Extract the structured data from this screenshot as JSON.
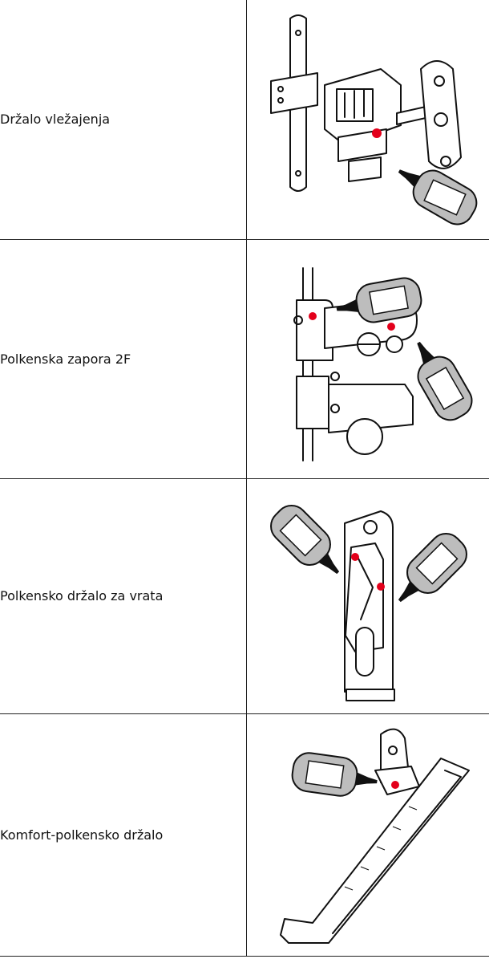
{
  "rows": [
    {
      "label": "Držalo vležajenja",
      "image_icon": "hinge-bearing-with-lubricant-bottle"
    },
    {
      "label": "Polkenska zapora 2F",
      "image_icon": "shutter-lock-2f-with-lubricant-bottles"
    },
    {
      "label": "Polkensko držalo za vrata",
      "image_icon": "shutter-door-holder-with-lubricant-bottles"
    },
    {
      "label": "Komfort-polkensko držalo",
      "image_icon": "comfort-shutter-holder-with-lubricant-bottle"
    }
  ],
  "colors": {
    "lubrication_point": "#e3001b",
    "bottle": "#bdbdbd",
    "line": "#111111"
  }
}
